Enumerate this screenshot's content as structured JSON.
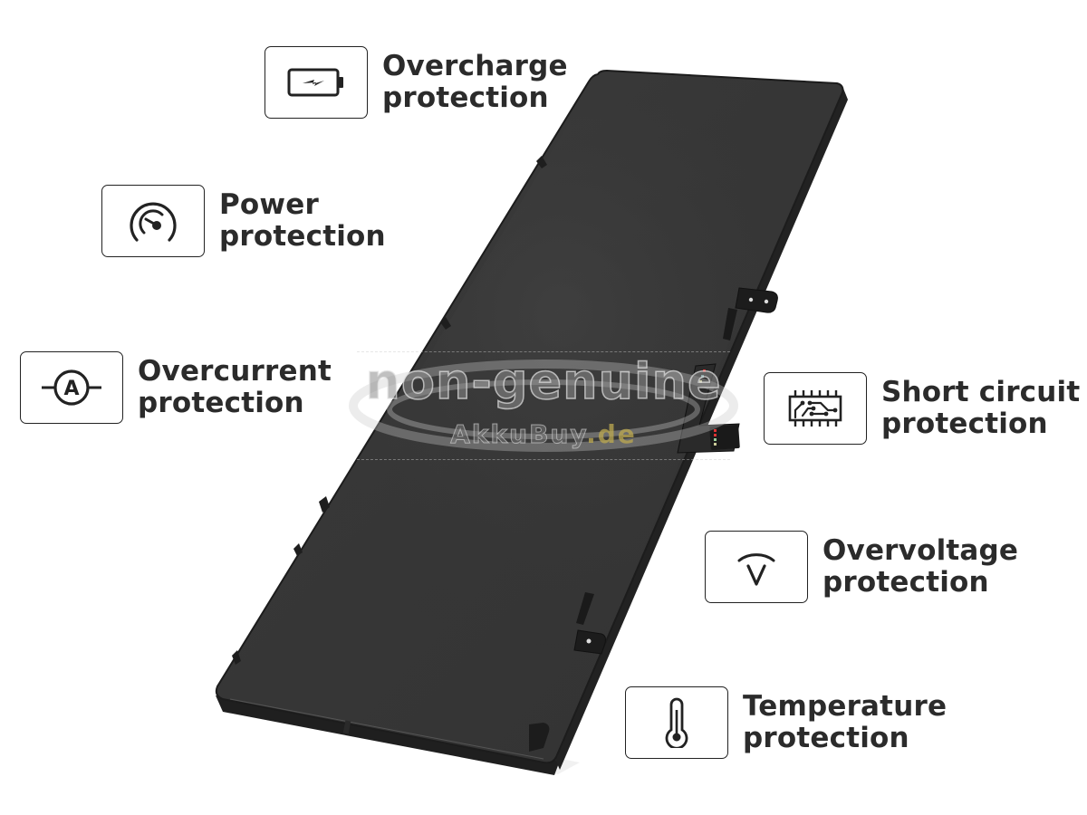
{
  "features": [
    {
      "id": "overcharge",
      "icon": "battery-bolt-icon",
      "line1": "Overcharge",
      "line2": "protection"
    },
    {
      "id": "power",
      "icon": "gauge-icon",
      "line1": "Power",
      "line2": "protection"
    },
    {
      "id": "overcurrent",
      "icon": "ammeter-icon",
      "line1": "Overcurrent",
      "line2": "protection"
    },
    {
      "id": "short-circuit",
      "icon": "circuit-chip-icon",
      "line1": "Short circuit",
      "line2": "protection"
    },
    {
      "id": "overvoltage",
      "icon": "voltmeter-icon",
      "line1": "Overvoltage",
      "line2": "protection"
    },
    {
      "id": "temperature",
      "icon": "thermometer-icon",
      "line1": "Temperature",
      "line2": "protection"
    }
  ],
  "watermark": {
    "line1": "non-genuine",
    "brand": "AkkuBuy",
    "tld": ".de"
  },
  "colors": {
    "battery_body": "#3a3a3a",
    "battery_edge": "#1e1e1e",
    "text": "#2b2b2b",
    "background": "#ffffff"
  }
}
